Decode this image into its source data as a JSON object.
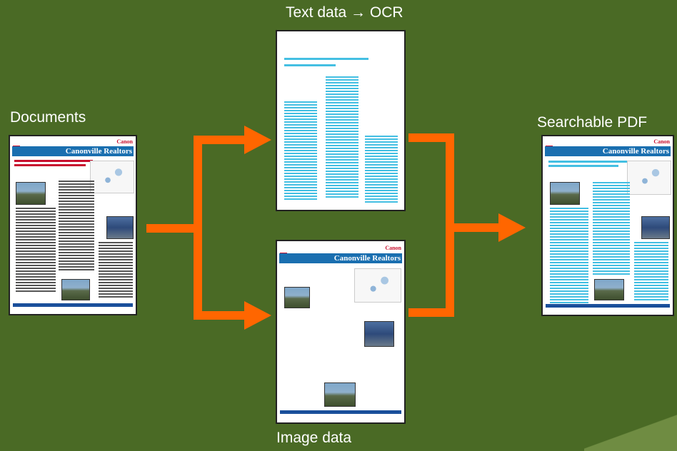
{
  "labels": {
    "documents": "Documents",
    "text_data": "Text data → OCR",
    "image_data": "Image data",
    "searchable_pdf": "Searchable PDF"
  },
  "doc_content": {
    "brand": "Canon",
    "title": "Canonville Realtors"
  },
  "colors": {
    "background": "#4a6a25",
    "arrow": "#ff6600",
    "text_line": "#44bfe2",
    "header_blue": "#1a6fb0"
  }
}
